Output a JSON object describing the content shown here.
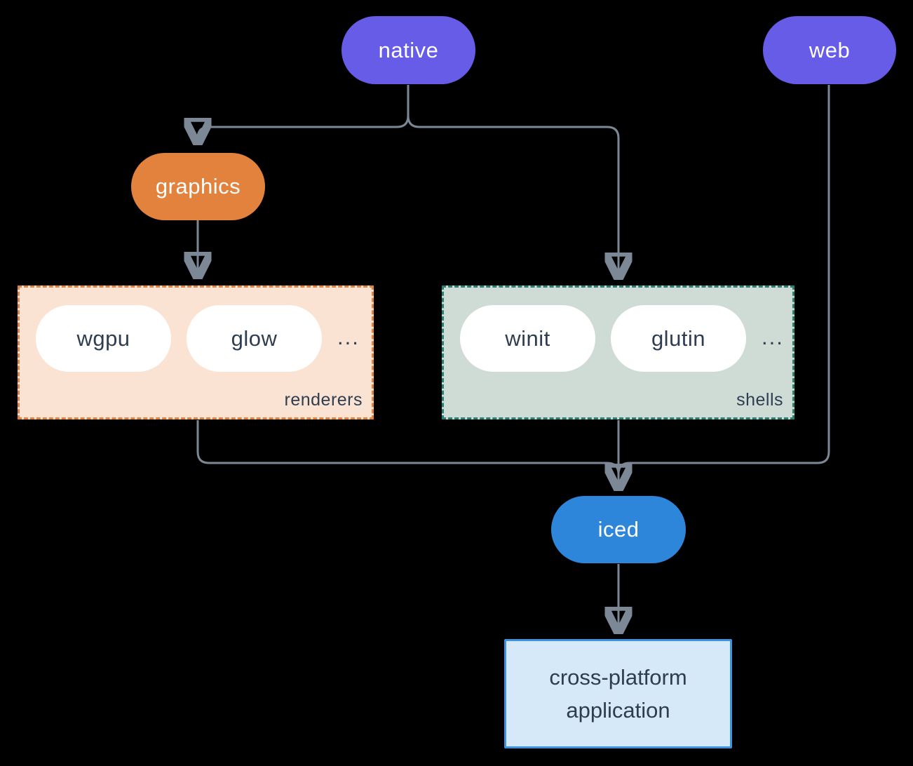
{
  "diagram": {
    "background": "#000000",
    "line_color": "#7c8896",
    "nodes": {
      "native": {
        "label": "native",
        "color": "#665ce8",
        "text_color": "#ffffff"
      },
      "web": {
        "label": "web",
        "color": "#665ce8",
        "text_color": "#ffffff"
      },
      "graphics": {
        "label": "graphics",
        "color": "#e2823d",
        "text_color": "#ffffff"
      },
      "iced": {
        "label": "iced",
        "color": "#2e86da",
        "text_color": "#ffffff"
      },
      "wgpu": {
        "label": "wgpu",
        "color": "#ffffff",
        "text_color": "#2e3e50"
      },
      "glow": {
        "label": "glow",
        "color": "#ffffff",
        "text_color": "#2e3e50"
      },
      "winit": {
        "label": "winit",
        "color": "#ffffff",
        "text_color": "#2e3e50"
      },
      "glutin": {
        "label": "glutin",
        "color": "#ffffff",
        "text_color": "#2e3e50"
      },
      "app": {
        "label": "cross-platform application",
        "fill": "#d6e9f9",
        "border": "#3b94e0",
        "text_color": "#2e3e50"
      }
    },
    "groups": {
      "renderers": {
        "label": "renderers",
        "more": "...",
        "fill": "#fae3d3",
        "border": "#e2823d"
      },
      "shells": {
        "label": "shells",
        "more": "...",
        "fill": "#cedcd5",
        "border": "#2a8073"
      }
    },
    "edges": [
      {
        "from": "native",
        "to": "graphics"
      },
      {
        "from": "native",
        "to": "shells"
      },
      {
        "from": "graphics",
        "to": "renderers"
      },
      {
        "from": "renderers",
        "to": "iced"
      },
      {
        "from": "shells",
        "to": "iced"
      },
      {
        "from": "web",
        "to": "iced"
      },
      {
        "from": "iced",
        "to": "cross-platform application"
      }
    ]
  }
}
